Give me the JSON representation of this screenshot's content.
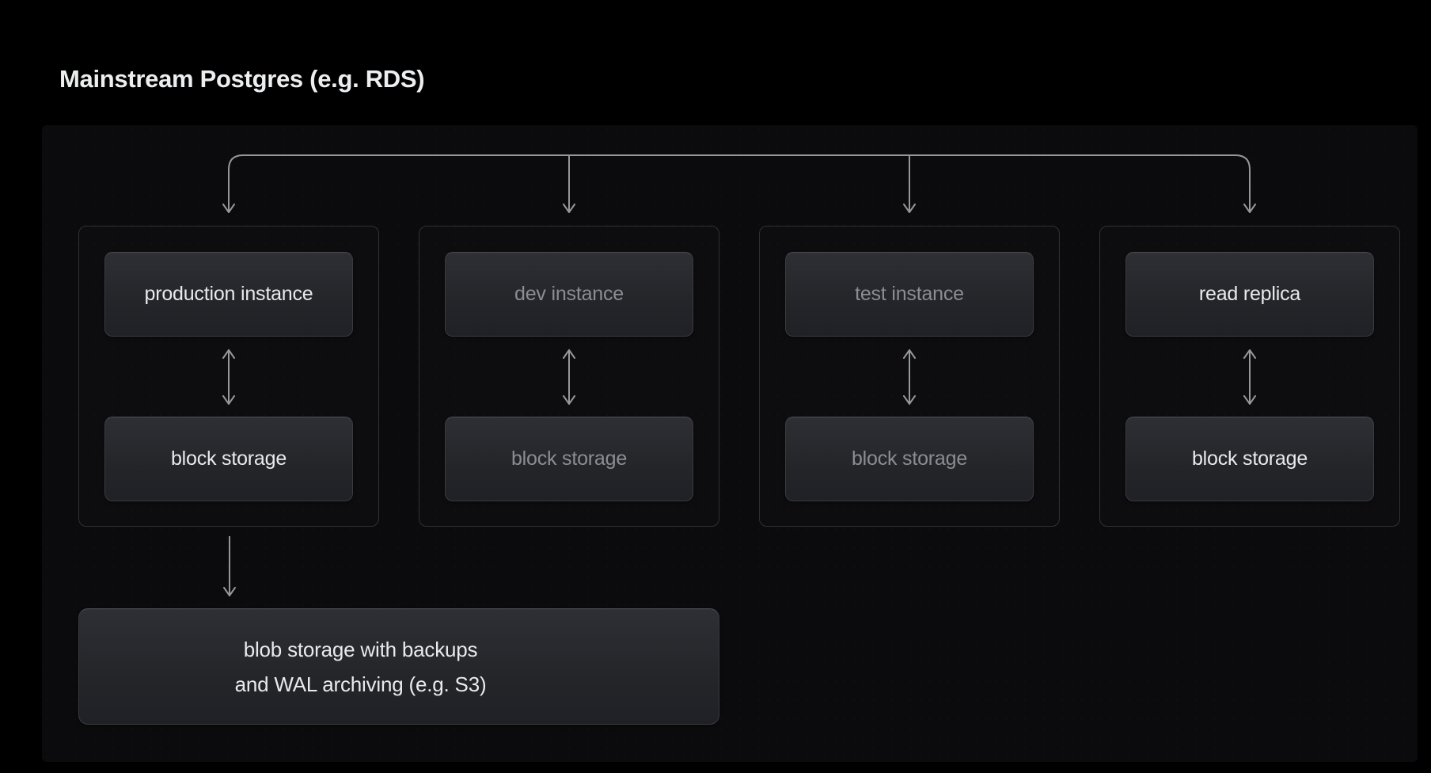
{
  "title": "Mainstream Postgres (e.g. RDS)",
  "diagram": {
    "columns": [
      {
        "instance_label": "production instance",
        "storage_label": "block storage",
        "tone": "bright"
      },
      {
        "instance_label": "dev instance",
        "storage_label": "block storage",
        "tone": "dim"
      },
      {
        "instance_label": "test instance",
        "storage_label": "block storage",
        "tone": "dim"
      },
      {
        "instance_label": "read replica",
        "storage_label": "block storage",
        "tone": "bright"
      }
    ],
    "blob_box": {
      "line1": "blob storage with backups",
      "line2": "and WAL archiving (e.g. S3)"
    }
  },
  "colors": {
    "background": "#000000",
    "panel": "#0b0b0d",
    "box_gradient_top": "#2e2f34",
    "box_gradient_bottom": "#202126",
    "box_border": "#3a3b41",
    "container_border": "#303136",
    "text_bright": "#e9eaec",
    "text_dim": "#8b8d92",
    "arrow": "#95979c",
    "title": "#eceef0"
  }
}
